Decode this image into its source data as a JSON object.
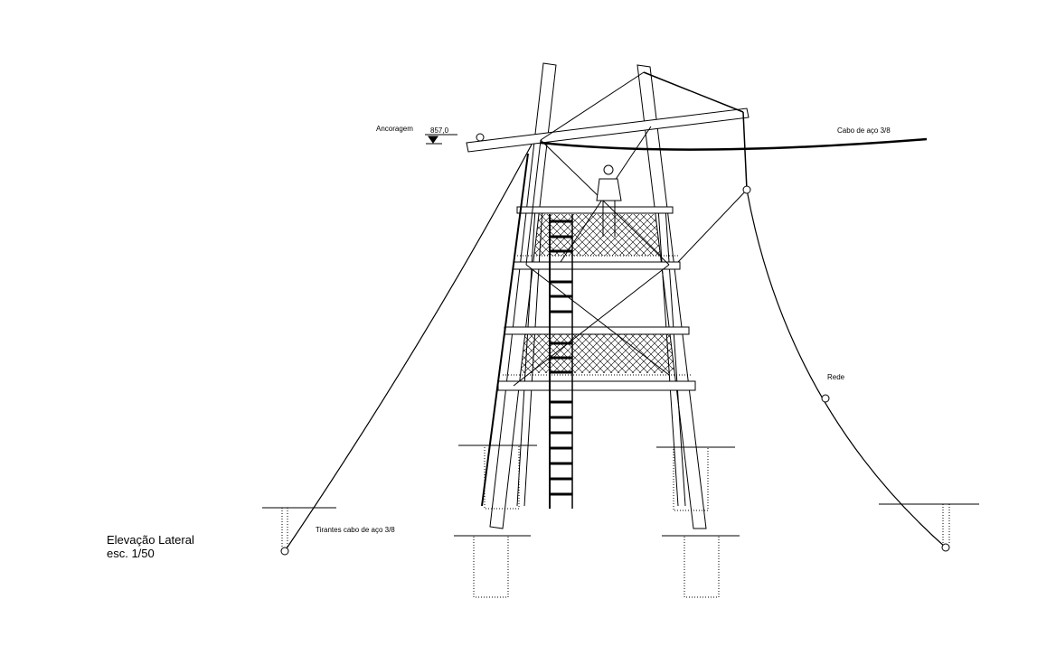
{
  "drawing": {
    "title": "Elevação Lateral",
    "scale": "esc. 1/50",
    "labels": {
      "anchorage": "Ancoragem",
      "elevation": "857,0",
      "top_cable": "Cabo de aço 3/8",
      "net": "Rede",
      "guy_wires": "Tirantes cabo de aço 3/8"
    },
    "colors": {
      "line": "#000000",
      "background": "#ffffff"
    }
  }
}
